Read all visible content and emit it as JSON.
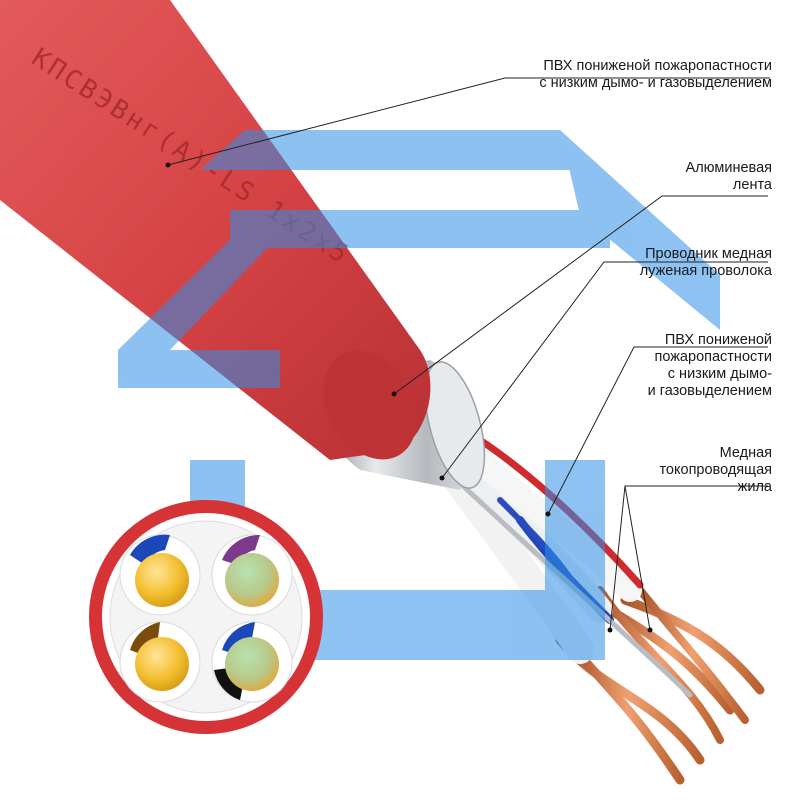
{
  "cable_marking": "КПСВЭВнг(А)-LS 1x2x5",
  "callouts": [
    {
      "id": "outer-sheath",
      "lines": [
        "ПВХ пониженой пожаропастности",
        "с низким дымо- и газовыделением"
      ]
    },
    {
      "id": "aluminium-tape",
      "lines": [
        "Алюминевая",
        "лента"
      ]
    },
    {
      "id": "drain-wire",
      "lines": [
        "Проводник медная",
        "луженая проволока"
      ]
    },
    {
      "id": "core-insulation",
      "lines": [
        "ПВХ пониженой",
        "пожаропастности",
        "с низким дымо-",
        "и газовыделением"
      ]
    },
    {
      "id": "copper-conductor",
      "lines": [
        "Медная",
        "токопроводящая",
        "жила"
      ]
    }
  ],
  "colors": {
    "sheath": "#d8484a",
    "foil": "#c9cdd1",
    "watermark": "#2f8fe8",
    "copper": "#d07a45",
    "conductor_gold": "#f3c23a",
    "pair_blue": "#1c47b8",
    "pair_purple": "#7d3a8c",
    "pair_brown": "#7a4d0e",
    "pair_black": "#111111"
  }
}
